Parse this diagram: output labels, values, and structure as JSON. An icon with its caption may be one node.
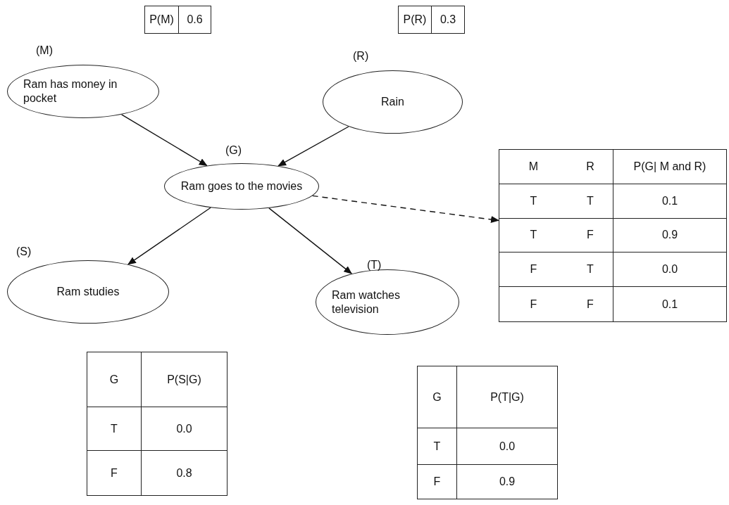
{
  "diagram": {
    "nodes": [
      {
        "text": [
          "Ram has money in pocket"
        ],
        "beside": [
          "(M)"
        ]
      },
      {
        "text": [
          "Rain"
        ],
        "beside": [
          "(R)"
        ]
      },
      {
        "text": [
          "Ram goes to the movies"
        ],
        "beside": [
          "(G)"
        ]
      },
      {
        "text": [
          "Ram studies"
        ],
        "beside": [
          "(S)"
        ]
      },
      {
        "text": [
          "Ram watches television"
        ],
        "beside": [
          "(T)"
        ]
      },
      {
        "text": [
          "M",
          "R",
          "P(G| M and R)",
          "T",
          "T",
          "0.1",
          "T",
          "F",
          "0.9",
          "F",
          "T",
          "0.0",
          "F",
          "F",
          "0.1"
        ]
      }
    ],
    "edges": [
      {
        "from": 0,
        "to": 2,
        "arrow": "to"
      },
      {
        "from": 1,
        "to": 2,
        "arrow": "to"
      },
      {
        "from": 2,
        "to": 3,
        "arrow": "to"
      },
      {
        "from": 2,
        "to": 4,
        "arrow": "to"
      },
      {
        "from": 2,
        "to": 5,
        "arrow": "to",
        "style": "dashed"
      }
    ],
    "labels": [
      "P(M)",
      "0.6",
      "P(R)",
      "0.3",
      "G",
      "P(S|G)",
      "T",
      "0.0",
      "F",
      "0.8",
      "G",
      "P(T|G)",
      "T",
      "0.0",
      "F",
      "0.9"
    ]
  }
}
